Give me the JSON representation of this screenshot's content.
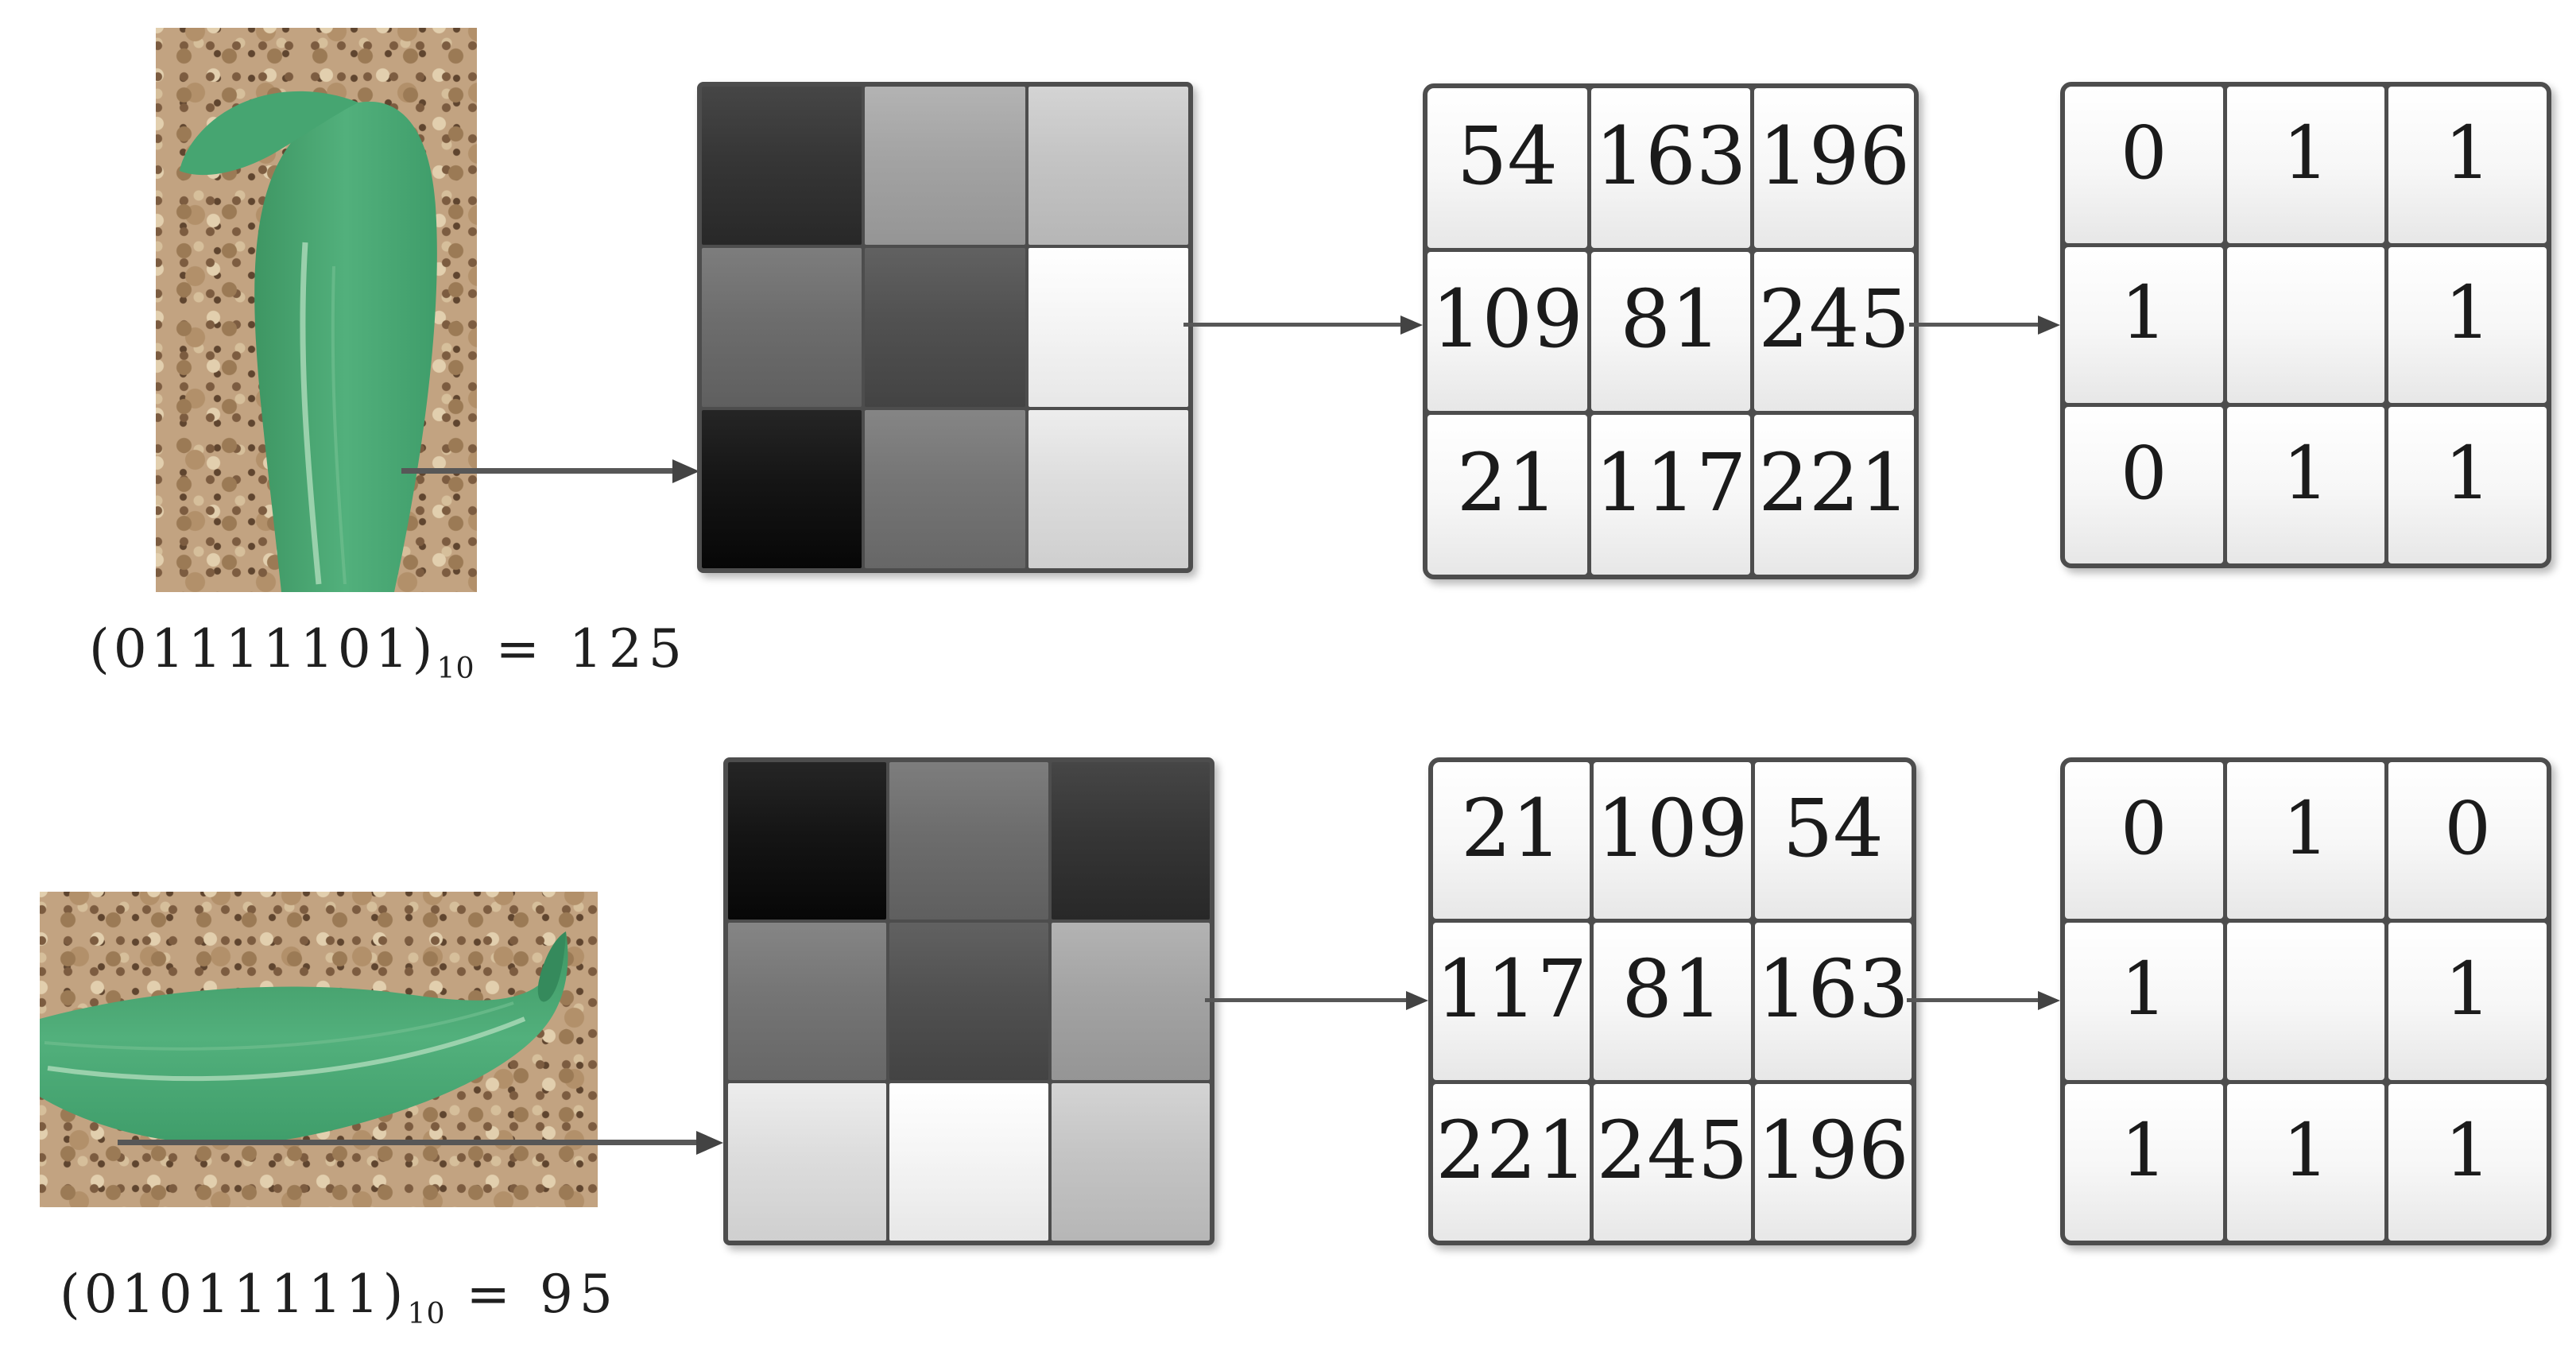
{
  "diagram": {
    "rows": [
      {
        "caption": {
          "binary_part": "(01111101)",
          "subscript": "10",
          "equals_part": "= 125"
        },
        "gray_grid": [
          [
            54,
            163,
            196
          ],
          [
            109,
            81,
            245
          ],
          [
            21,
            117,
            221
          ]
        ],
        "pixel_grid": [
          [
            "54",
            "163",
            "196"
          ],
          [
            "109",
            "81",
            "245"
          ],
          [
            "21",
            "117",
            "221"
          ]
        ],
        "binary_grid": [
          [
            "0",
            "1",
            "1"
          ],
          [
            "1",
            "",
            "1"
          ],
          [
            "0",
            "1",
            "1"
          ]
        ]
      },
      {
        "caption": {
          "binary_part": "(01011111)",
          "subscript": "10",
          "equals_part": "= 95"
        },
        "gray_grid": [
          [
            21,
            109,
            54
          ],
          [
            117,
            81,
            163
          ],
          [
            221,
            245,
            196
          ]
        ],
        "pixel_grid": [
          [
            "21",
            "109",
            "54"
          ],
          [
            "117",
            "81",
            "163"
          ],
          [
            "221",
            "245",
            "196"
          ]
        ],
        "binary_grid": [
          [
            "0",
            "1",
            "0"
          ],
          [
            "1",
            "",
            "1"
          ],
          [
            "1",
            "1",
            "1"
          ]
        ]
      }
    ],
    "colors": {
      "grid_border": "#4d4d4d",
      "arrow": "#575757",
      "number_text": "#1b1b1b",
      "leaf_green": "#46a06e",
      "soil_brown": "#c2a381"
    }
  }
}
